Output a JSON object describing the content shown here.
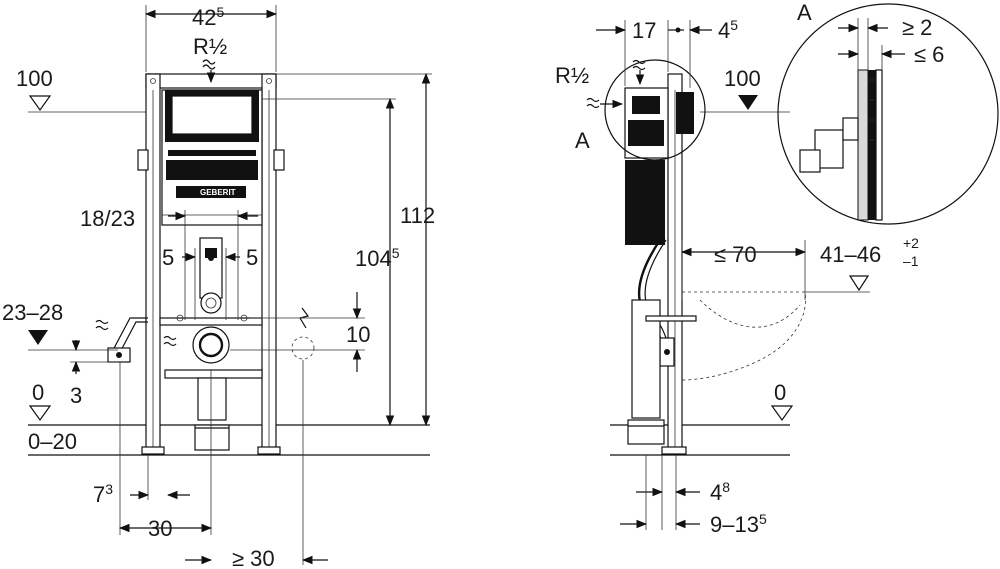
{
  "front_view": {
    "dim_width": "42",
    "dim_width_sup": "5",
    "water_conn": "R½",
    "level_100": "100",
    "dim_112": "112",
    "dim_104": "104",
    "dim_104_sup": "5",
    "dim_18_23": "18/23",
    "dim_5_left": "5",
    "dim_5_right": "5",
    "dim_23_28": "23–28",
    "dim_10": "10",
    "dim_3": "3",
    "level_0": "0",
    "dim_0_20": "0–20",
    "dim_7": "7",
    "dim_7_sup": "3",
    "dim_30": "30",
    "dim_ge_30": "≥ 30",
    "brand_label": "GEBERIT"
  },
  "side_view": {
    "dim_17": "17",
    "dim_4": "4",
    "dim_4_sup": "5",
    "water_conn": "R½",
    "detail_marker": "A",
    "level_100": "100",
    "dim_le_70": "≤ 70",
    "dim_41_46": "41–46",
    "tol_plus": "+2",
    "tol_minus": "–1",
    "level_0": "0",
    "dim_4_8": "4",
    "dim_4_8_sup": "8",
    "dim_9_13": "9–13",
    "dim_9_13_sup": "5"
  },
  "detail": {
    "title": "A",
    "dim_ge_2": "≥ 2",
    "dim_le_6": "≤ 6"
  }
}
